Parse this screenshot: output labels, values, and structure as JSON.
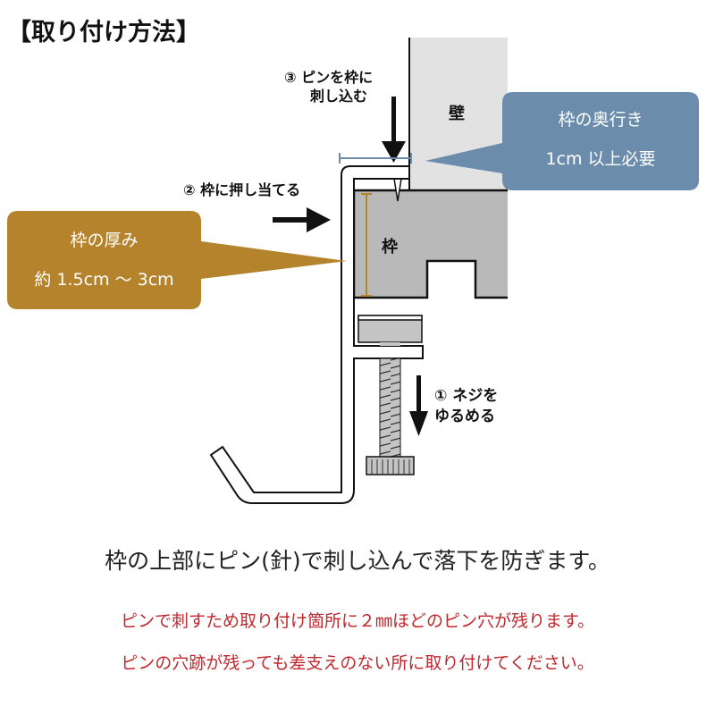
{
  "title": "【取り付け方法】",
  "labels": {
    "step3_line1": "③ ピンを枠に",
    "step3_line2": "刺し込む",
    "step2": "② 枠に押し当てる",
    "step1_line1": "① ネジを",
    "step1_line2": "ゆるめる",
    "wall": "壁",
    "frame": "枠"
  },
  "callouts": {
    "thickness_title": "枠の厚み",
    "thickness_value": "約 1.5cm 〜 3cm",
    "depth_title": "枠の奥行き",
    "depth_value": "1cm 以上必要"
  },
  "main_text": "枠の上部にピン(針)で刺し込んで落下を防ぎます。",
  "notes": [
    "ピンで刺すため取り付け箇所に２㎜ほどのピン穴が残ります。",
    "ピンの穴跡が残っても差支えのない所に取り付けてください。"
  ],
  "colors": {
    "thickness": "#b5832c",
    "depth": "#6b8cab",
    "note": "#c0282d"
  }
}
